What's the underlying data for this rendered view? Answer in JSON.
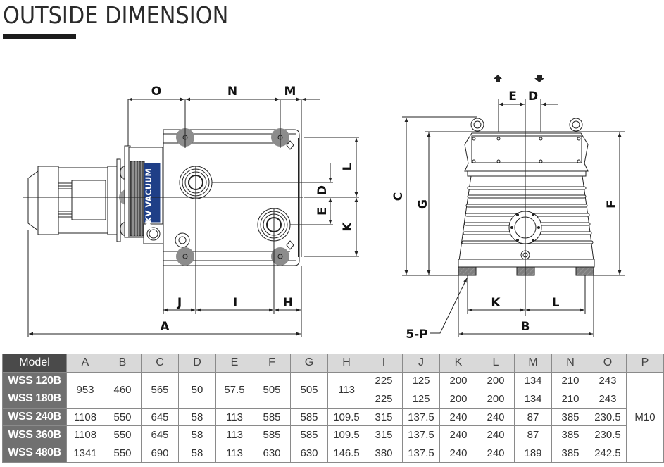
{
  "page": {
    "title": "OUTSIDE DIMENSION"
  },
  "diagram": {
    "brand_label": "DKV VACUUM",
    "top_view_labels": {
      "O": "O",
      "N": "N",
      "M": "M",
      "L": "L",
      "D": "D",
      "E": "E",
      "K": "K",
      "J": "J",
      "I": "I",
      "H": "H",
      "A": "A"
    },
    "front_view_labels": {
      "E": "E",
      "D": "D",
      "C": "C",
      "G": "G",
      "F": "F",
      "K": "K",
      "L": "L",
      "B": "B",
      "P": "5-P"
    },
    "colors": {
      "brand_panel": "#1f3f87",
      "foot": "#7a7a7a",
      "line": "#222222"
    }
  },
  "table": {
    "header": [
      "Model",
      "A",
      "B",
      "C",
      "D",
      "E",
      "F",
      "G",
      "H",
      "I",
      "J",
      "K",
      "L",
      "M",
      "N",
      "O",
      "P"
    ],
    "rows": [
      {
        "model": "WSS 120B",
        "A": "953",
        "B": "460",
        "C": "565",
        "D": "50",
        "E": "57.5",
        "F": "505",
        "G": "505",
        "H": "113",
        "I": "225",
        "J": "125",
        "K": "200",
        "L": "200",
        "M": "134",
        "N": "210",
        "O": "243",
        "P": "M10"
      },
      {
        "model": "WSS 180B",
        "A": "953",
        "B": "460",
        "C": "565",
        "D": "50",
        "E": "57.5",
        "F": "505",
        "G": "505",
        "H": "113",
        "I": "225",
        "J": "125",
        "K": "200",
        "L": "200",
        "M": "134",
        "N": "210",
        "O": "243",
        "P": "M10"
      },
      {
        "model": "WSS 240B",
        "A": "1108",
        "B": "550",
        "C": "645",
        "D": "58",
        "E": "113",
        "F": "585",
        "G": "585",
        "H": "109.5",
        "I": "315",
        "J": "137.5",
        "K": "240",
        "L": "240",
        "M": "87",
        "N": "385",
        "O": "230.5",
        "P": "M10"
      },
      {
        "model": "WSS 360B",
        "A": "1108",
        "B": "550",
        "C": "645",
        "D": "58",
        "E": "113",
        "F": "585",
        "G": "585",
        "H": "109.5",
        "I": "315",
        "J": "137.5",
        "K": "240",
        "L": "240",
        "M": "87",
        "N": "385",
        "O": "230.5",
        "P": "M10"
      },
      {
        "model": "WSS 480B",
        "A": "1341",
        "B": "550",
        "C": "690",
        "D": "58",
        "E": "113",
        "F": "630",
        "G": "630",
        "H": "146.5",
        "I": "380",
        "J": "137.5",
        "K": "240",
        "L": "240",
        "M": "189",
        "N": "385",
        "O": "242.5",
        "P": "M10"
      }
    ]
  }
}
